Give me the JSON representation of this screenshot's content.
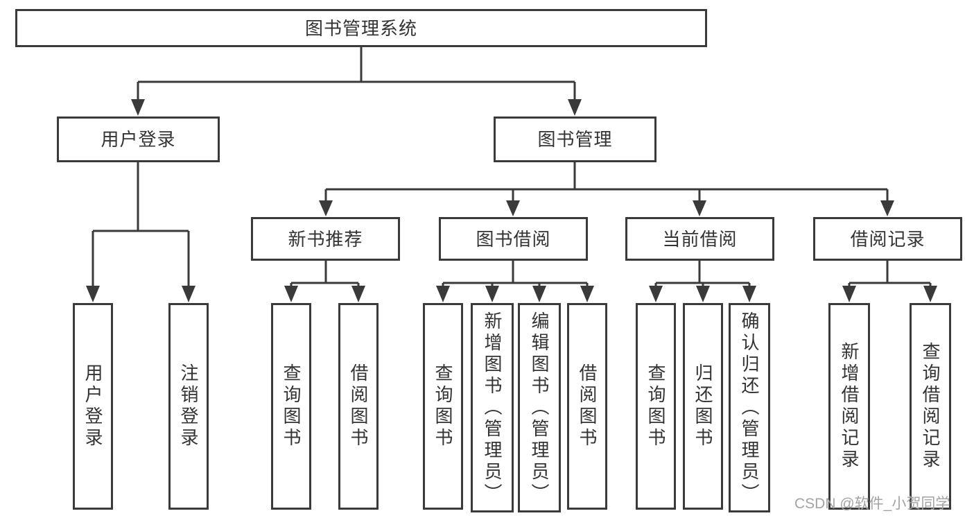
{
  "tree": {
    "label": "图书管理系统",
    "children": [
      {
        "label": "用户登录",
        "children": [
          {
            "label": "用户登录"
          },
          {
            "label": "注销登录"
          }
        ]
      },
      {
        "label": "图书管理",
        "children": [
          {
            "label": "新书推荐",
            "children": [
              {
                "label": "查询图书"
              },
              {
                "label": "借阅图书"
              }
            ]
          },
          {
            "label": "图书借阅",
            "children": [
              {
                "label": "查询图书"
              },
              {
                "label": "新增图书（管理员）"
              },
              {
                "label": "编辑图书（管理员）"
              },
              {
                "label": "借阅图书"
              }
            ]
          },
          {
            "label": "当前借阅",
            "children": [
              {
                "label": "查询图书"
              },
              {
                "label": "归还图书"
              },
              {
                "label": "确认归还（管理员）"
              }
            ]
          },
          {
            "label": "借阅记录",
            "children": [
              {
                "label": "新增借阅记录"
              },
              {
                "label": "查询借阅记录"
              }
            ]
          }
        ]
      }
    ]
  },
  "watermark": {
    "text": "CSDN @软件_小贺同学"
  },
  "colors": {
    "line": "#3a3a3a",
    "box_border": "#3a3a3a",
    "box_fill": "#ffffff",
    "text": "#333333",
    "watermark": "#a3a3a3",
    "background": "#ffffff"
  }
}
